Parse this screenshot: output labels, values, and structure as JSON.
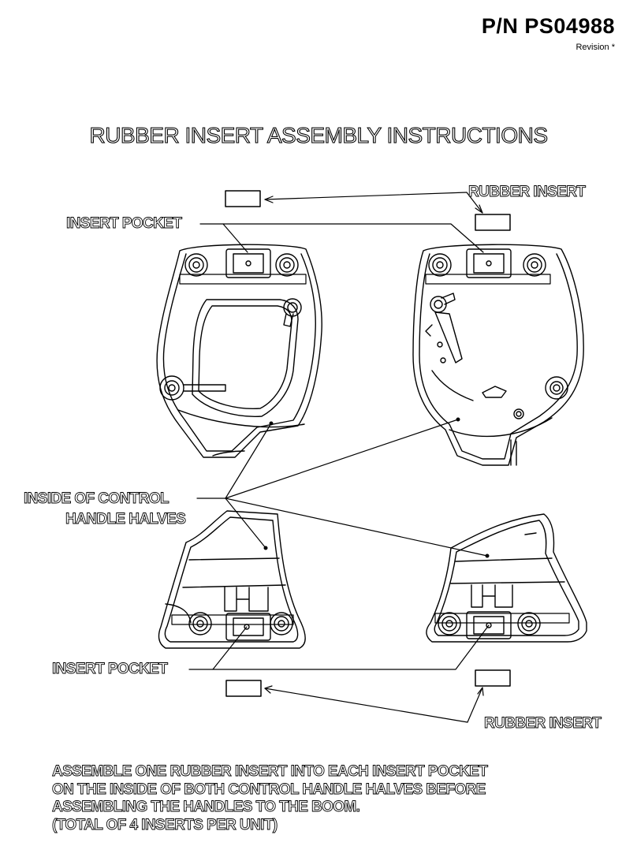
{
  "header": {
    "part_number": "P/N PS04988",
    "revision": "Revision *"
  },
  "title": "RUBBER INSERT ASSEMBLY INSTRUCTIONS",
  "labels": {
    "rubber_insert_top": "RUBBER INSERT",
    "insert_pocket_top": "INSERT POCKET",
    "inside_line1": "INSIDE OF CONTROL",
    "inside_line2": "HANDLE HALVES",
    "insert_pocket_bottom": "INSERT POCKET",
    "rubber_insert_bottom": "RUBBER INSERT"
  },
  "instructions": [
    "ASSEMBLE ONE RUBBER INSERT INTO EACH INSERT POCKET",
    "ON THE INSIDE OF BOTH CONTROL HANDLE HALVES BEFORE",
    "ASSEMBLING THE HANDLES TO THE BOOM.",
    "(TOTAL OF 4 INSERTS PER UNIT)"
  ],
  "colors": {
    "ink": "#000000",
    "paper": "#ffffff"
  }
}
